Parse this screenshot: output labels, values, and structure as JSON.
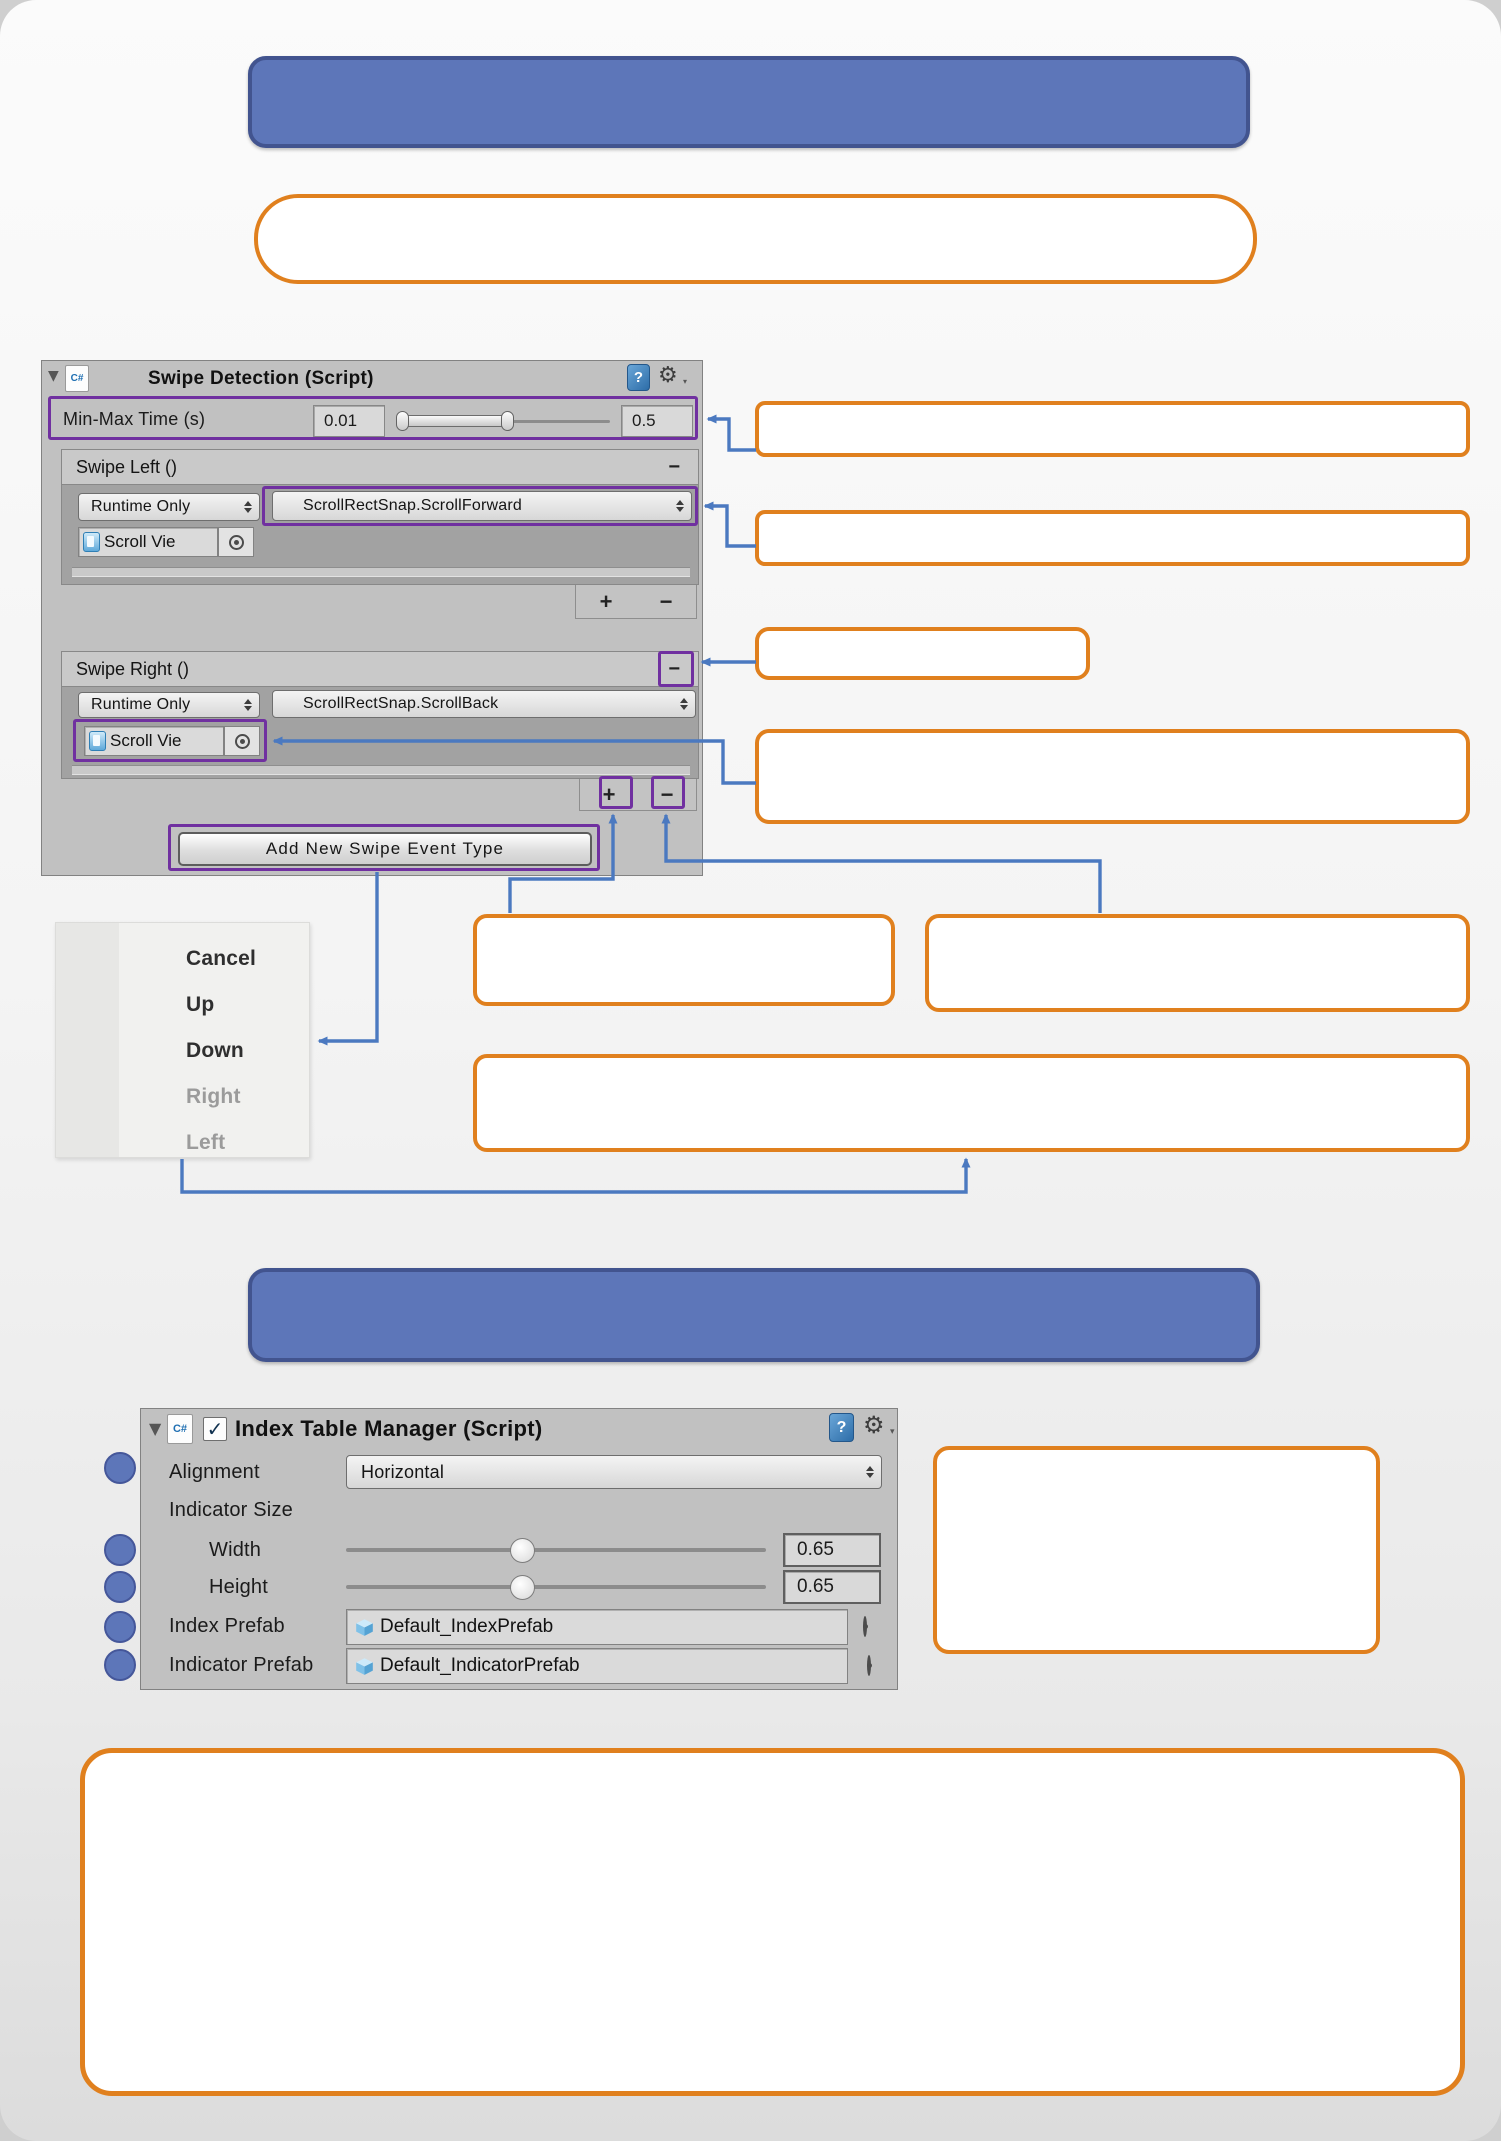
{
  "slide": {
    "accent_blue": "#5d76b9",
    "accent_orange": "#e0801e",
    "annotation_purple": "#7030a0",
    "arrow_blue": "#4b79c0"
  },
  "swipe_inspector": {
    "title": "Swipe Detection (Script)",
    "min_max": {
      "label": "Min-Max Time (s)",
      "min_value": "0.01",
      "max_value": "0.5"
    },
    "events": [
      {
        "name": "Swipe Left ()",
        "mode": "Runtime Only",
        "function": "ScrollRectSnap.ScrollForward",
        "target": "Scroll Vie"
      },
      {
        "name": "Swipe Right ()",
        "mode": "Runtime Only",
        "function": "ScrollRectSnap.ScrollBack",
        "target": "Scroll Vie"
      }
    ],
    "add_event_button": "Add New Swipe Event Type"
  },
  "context_menu": {
    "items": [
      {
        "label": "Cancel",
        "enabled": true
      },
      {
        "label": "Up",
        "enabled": true
      },
      {
        "label": "Down",
        "enabled": true
      },
      {
        "label": "Right",
        "enabled": false
      },
      {
        "label": "Left",
        "enabled": false
      }
    ]
  },
  "index_inspector": {
    "title": "Index Table Manager (Script)",
    "enabled_check": "✓",
    "alignment": {
      "label": "Alignment",
      "value": "Horizontal"
    },
    "indicator_size_label": "Indicator Size",
    "width": {
      "label": "Width",
      "value": "0.65"
    },
    "height": {
      "label": "Height",
      "value": "0.65"
    },
    "index_prefab": {
      "label": "Index Prefab",
      "value": "Default_IndexPrefab"
    },
    "indicator_prefab": {
      "label": "Indicator Prefab",
      "value": "Default_IndicatorPrefab"
    }
  },
  "glyphs": {
    "foldout": "▼",
    "help": "?",
    "gear": "⚙",
    "plus": "+",
    "minus": "−"
  }
}
